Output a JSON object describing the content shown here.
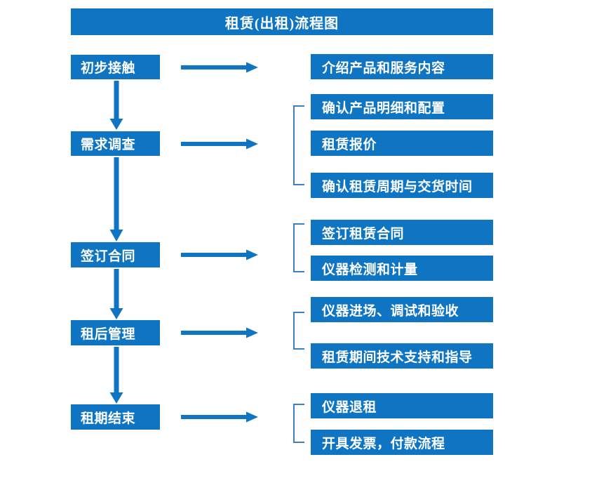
{
  "diagram": {
    "title": "租赁(出租)流程图",
    "accent_color": "#0F75C3",
    "bracket_color": "#3E7FC1",
    "arrow_color": "#0F75C3",
    "background_color": "#FFFFFF",
    "stages": [
      {
        "label": "初步接触"
      },
      {
        "label": "需求调查"
      },
      {
        "label": "签订合同"
      },
      {
        "label": "租后管理"
      },
      {
        "label": "租期结束"
      }
    ],
    "details": [
      {
        "label": "介绍产品和服务内容"
      },
      {
        "label": "确认产品明细和配置"
      },
      {
        "label": "租赁报价"
      },
      {
        "label": "确认租赁周期与交货时间"
      },
      {
        "label": "签订租赁合同"
      },
      {
        "label": "仪器检测和计量"
      },
      {
        "label": "仪器进场、调试和验收"
      },
      {
        "label": "租赁期间技术支持和指导"
      },
      {
        "label": "仪器退租"
      },
      {
        "label": "开具发票，付款流程"
      }
    ]
  }
}
